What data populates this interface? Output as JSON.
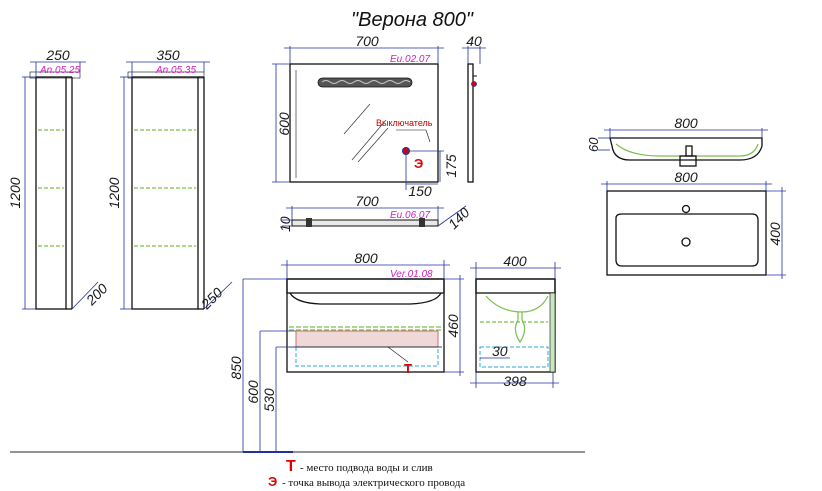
{
  "title": "\"Верона 800\"",
  "cabinet_small": {
    "code": "An.05.25",
    "width": "250",
    "height": "1200",
    "depth": "200"
  },
  "cabinet_large": {
    "code": "An.05.35",
    "width": "350",
    "height": "1200",
    "depth": "250"
  },
  "mirror": {
    "code": "Eu.02.07",
    "width": "700",
    "height": "600",
    "depth": "40",
    "switch_label": "Выключатель",
    "offset_x": "150",
    "offset_y": "175"
  },
  "shelf": {
    "code": "Eu.06.07",
    "width": "700",
    "thickness": "10",
    "depth": "140"
  },
  "sink_side": {
    "width": "800",
    "height": "60"
  },
  "sink_top": {
    "width": "800",
    "depth": "400"
  },
  "vanity": {
    "code": "Ver.01.08",
    "width": "800",
    "height": "460",
    "h850": "850",
    "h600": "600",
    "h530": "530"
  },
  "vanity_side": {
    "depth": "400",
    "inner": "398",
    "gap": "30"
  },
  "legend": {
    "water_symbol": "Т",
    "water_text": "- место подвода воды и слив",
    "power_symbol": "Э",
    "power_text": "- точка вывода электрического провода"
  },
  "colors": {
    "dimension": "#2030a0",
    "code": "#d020c0",
    "marker": "#e00000",
    "shelf_green": "#7ac04a",
    "pipe_cyan": "#29a8d8"
  }
}
